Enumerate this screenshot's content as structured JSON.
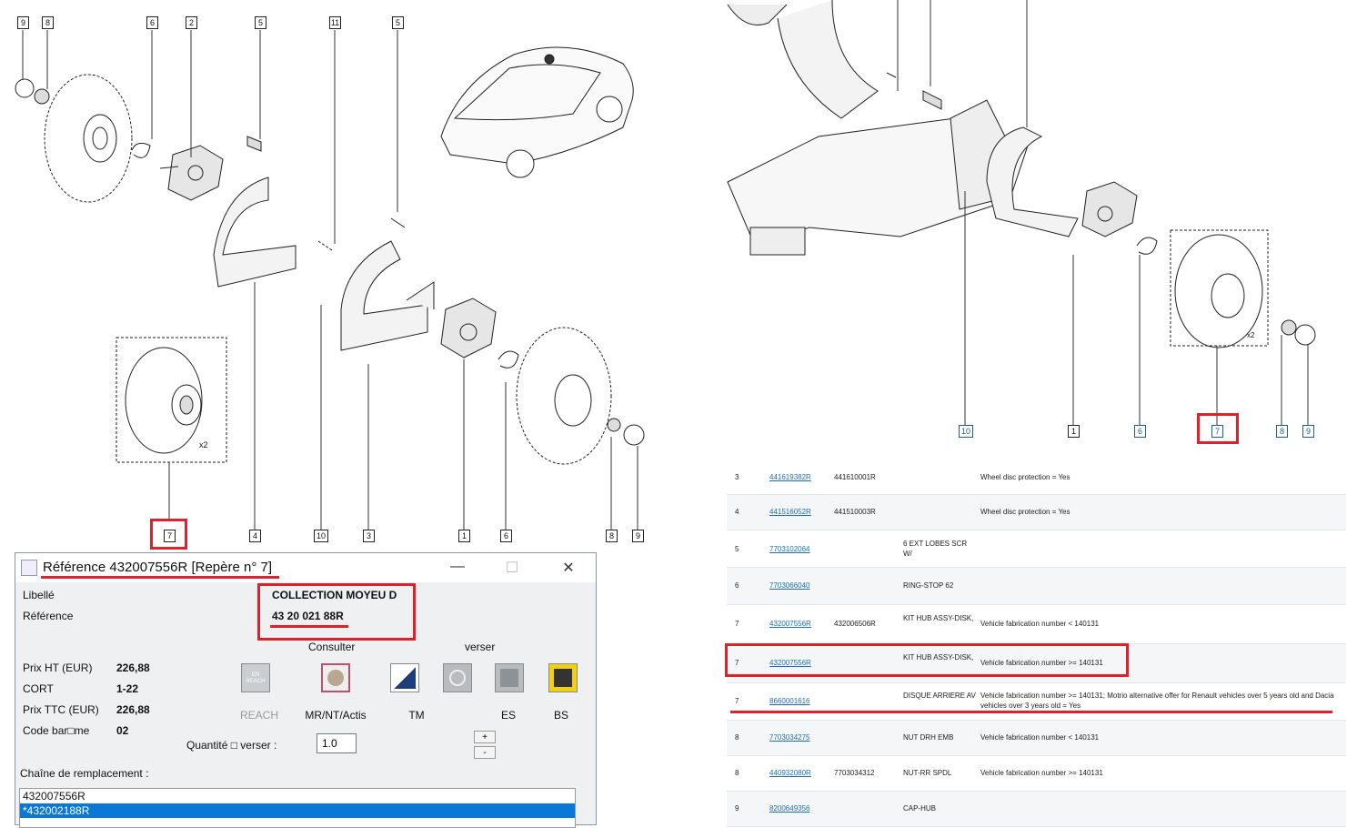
{
  "left_diagram": {
    "callouts_top": [
      "9",
      "8",
      "6",
      "2",
      "5",
      "11",
      "5"
    ],
    "callouts_bottom": [
      "7",
      "4",
      "10",
      "3",
      "1",
      "6",
      "8",
      "9"
    ],
    "x2_label": "x2"
  },
  "right_diagram": {
    "callouts": [
      "10",
      "1",
      "6",
      "7",
      "8",
      "9"
    ],
    "x2_label": "x2"
  },
  "dialog": {
    "title": "Référence 432007556R [Repère n° 7]",
    "minimize": "—",
    "maximize": "☐",
    "close": "✕",
    "libelle_label": "Libellé",
    "libelle_value": "COLLECTION MOYEU D",
    "reference_label": "Référence",
    "reference_value": "43 20 021 88R",
    "consulter_label": "Consulter",
    "verser_label": "verser",
    "prices": [
      {
        "label": "Prix HT (EUR)",
        "value": "226,88"
      },
      {
        "label": "CORT",
        "value": "1-22"
      },
      {
        "label": "Prix TTC (EUR)",
        "value": "226,88"
      },
      {
        "label": "Code bar□me",
        "value": "02"
      }
    ],
    "icon_buttons": [
      {
        "name": "reach",
        "label": "REACH",
        "icon_text": "EN REACH"
      },
      {
        "name": "mrntactis",
        "label": "MR/NT/Actis"
      },
      {
        "name": "tm",
        "label": "TM"
      },
      {
        "name": "blank",
        "label": ""
      },
      {
        "name": "es",
        "label": "ES"
      },
      {
        "name": "bs",
        "label": "BS"
      }
    ],
    "quantity_label": "Quantité □ verser :",
    "quantity_value": "1.0",
    "plus": "+",
    "minus": "-",
    "chain_label": "Chaîne de remplacement :",
    "chain_items": [
      "432007556R",
      "*432002188R"
    ]
  },
  "parts_table": [
    {
      "pos": "3",
      "ref": "441619382R",
      "alt": "441610001R",
      "label": "",
      "note": "Wheel disc protection = Yes"
    },
    {
      "pos": "4",
      "ref": "441516052R",
      "alt": "441510003R",
      "label": "",
      "note": "Wheel disc protection = Yes"
    },
    {
      "pos": "5",
      "ref": "7703102064",
      "alt": "",
      "label": "6 EXT LOBES SCR W/",
      "note": ""
    },
    {
      "pos": "6",
      "ref": "7703066040",
      "alt": "",
      "label": "RING-STOP 62",
      "note": ""
    },
    {
      "pos": "7",
      "ref": "432007556R",
      "alt": "432006506R",
      "label": "KIT HUB ASSY-DISK,",
      "note": "Vehicle fabrication number < 140131"
    },
    {
      "pos": "7",
      "ref": "432007556R",
      "alt": "",
      "label": "KIT HUB ASSY-DISK,",
      "note": "Vehicle fabrication number >= 140131"
    },
    {
      "pos": "7",
      "ref": "8660001616",
      "alt": "",
      "label": "DISQUE ARRIERE AV",
      "note": "Vehicle fabrication number >= 140131; Motrio alternative offer for Renault vehicles over 5 years old and Dacia vehicles over 3 years old = Yes"
    },
    {
      "pos": "8",
      "ref": "7703034275",
      "alt": "",
      "label": "NUT DRH EMB",
      "note": "Vehicle fabrication number < 140131"
    },
    {
      "pos": "8",
      "ref": "440932080R",
      "alt": "7703034312",
      "label": "NUT-RR SPDL",
      "note": "Vehicle fabrication number >= 140131"
    },
    {
      "pos": "9",
      "ref": "8200649356",
      "alt": "",
      "label": "CAP-HUB",
      "note": ""
    }
  ],
  "colors": {
    "highlight": "#e0202a",
    "selection": "#0a78d6",
    "link": "#1a6fb5"
  }
}
